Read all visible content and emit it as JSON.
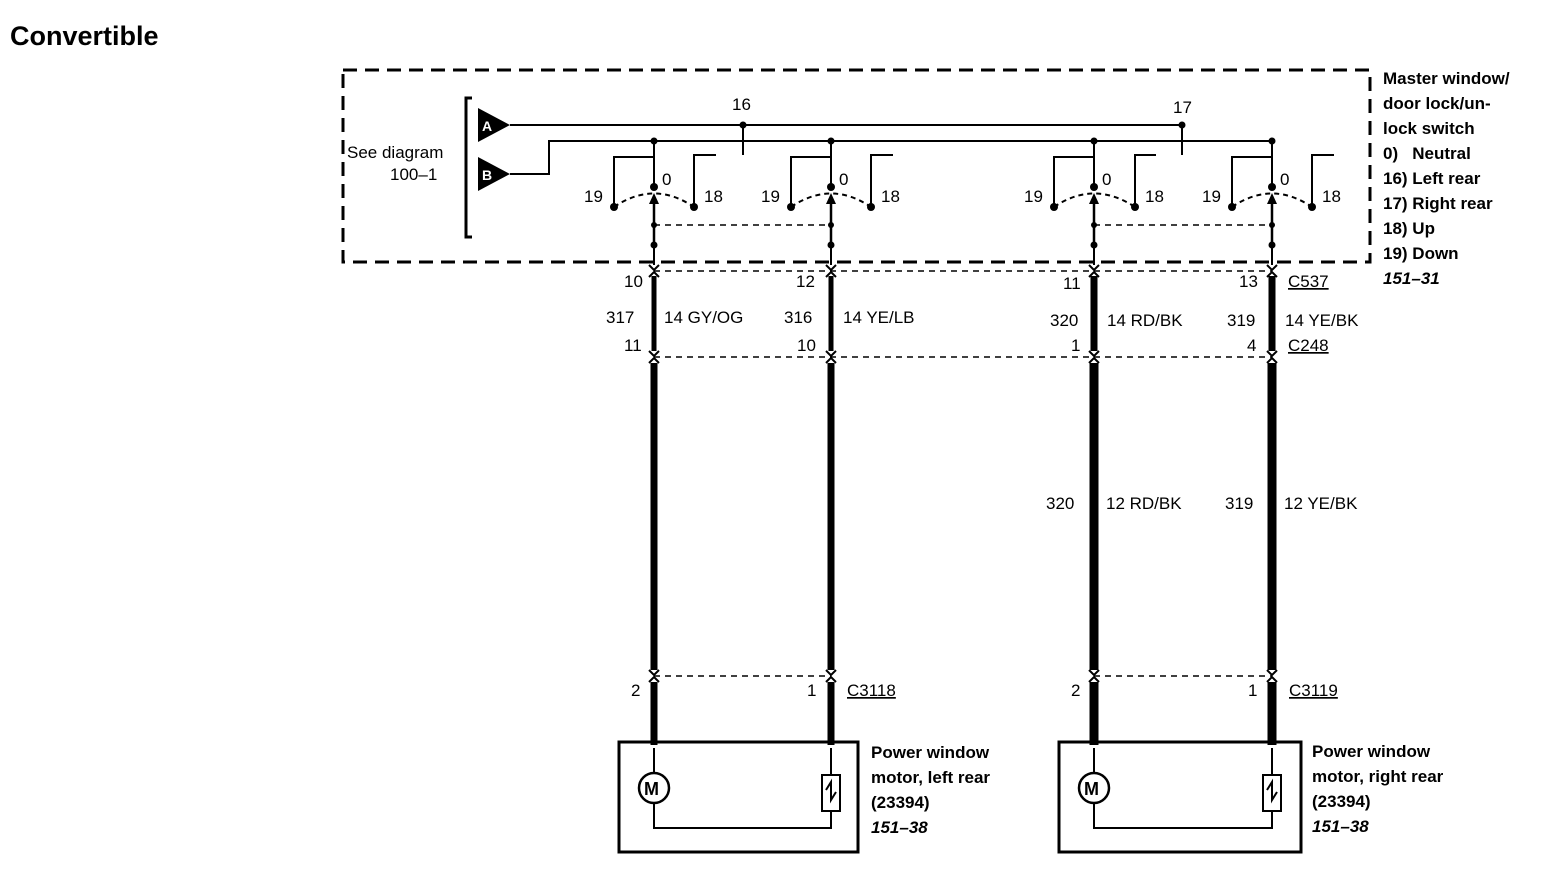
{
  "title": "Convertible",
  "see_diagram": {
    "line1": "See diagram",
    "line2": "100–1"
  },
  "terminals": {
    "a": "A",
    "b": "B"
  },
  "switch": {
    "legend": [
      "Master window/",
      "door lock/un-",
      "lock switch",
      "0)   Neutral",
      "16) Left rear",
      "17) Right rear",
      "18) Up",
      "19) Down"
    ],
    "ref": "151–31",
    "group_labels": [
      "16",
      "17"
    ],
    "positions": {
      "neutral": "0",
      "up": "18",
      "down": "19"
    }
  },
  "connectors": {
    "c537": {
      "name": "C537",
      "pins": [
        "10",
        "12",
        "11",
        "13"
      ]
    },
    "c248": {
      "name": "C248",
      "pins": [
        "11",
        "10",
        "1",
        "4"
      ]
    },
    "c3118": {
      "name": "C3118",
      "pins": [
        "2",
        "1"
      ]
    },
    "c3119": {
      "name": "C3119",
      "pins": [
        "2",
        "1"
      ]
    }
  },
  "wires_upper": [
    {
      "circuit": "317",
      "color": "14 GY/OG"
    },
    {
      "circuit": "316",
      "color": "14 YE/LB"
    },
    {
      "circuit": "320",
      "color": "14 RD/BK"
    },
    {
      "circuit": "319",
      "color": "14 YE/BK"
    }
  ],
  "wires_lower": [
    {
      "circuit": "320",
      "color": "12 RD/BK"
    },
    {
      "circuit": "319",
      "color": "12 YE/BK"
    }
  ],
  "motors": [
    {
      "lines": [
        "Power window",
        "motor, left rear",
        "(23394)"
      ],
      "ref": "151–38",
      "symbol": "M"
    },
    {
      "lines": [
        "Power window",
        "motor, right rear",
        "(23394)"
      ],
      "ref": "151–38",
      "symbol": "M"
    }
  ]
}
